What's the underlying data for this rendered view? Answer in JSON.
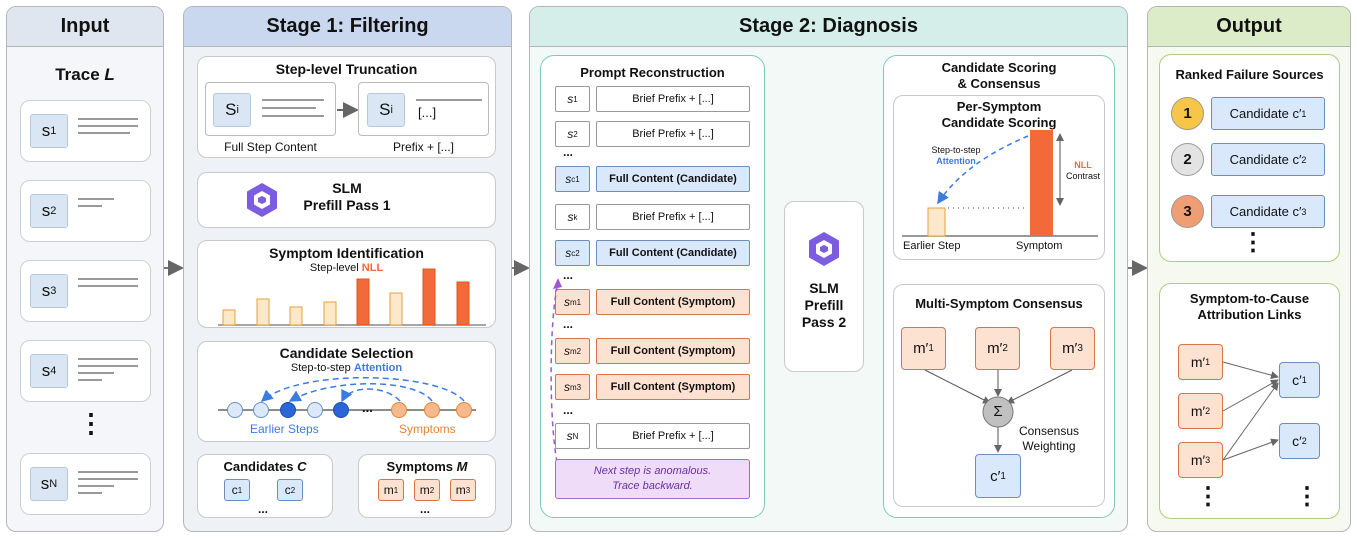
{
  "panels": {
    "input": "Input",
    "stage1": "Stage 1: Filtering",
    "stage2": "Stage 2: Diagnosis",
    "output": "Output"
  },
  "input": {
    "trace_title": "Trace ",
    "trace_var": "L",
    "steps": [
      {
        "base": "s",
        "sub": "1"
      },
      {
        "base": "s",
        "sub": "2"
      },
      {
        "base": "s",
        "sub": "3"
      },
      {
        "base": "s",
        "sub": "4"
      },
      {
        "base": "s",
        "sub": "N"
      }
    ],
    "ellipsis": "⋮"
  },
  "stage1": {
    "truncation": {
      "title": "Step-level Truncation",
      "step_base": "S",
      "step_sub": "i",
      "ellipsis_text": "[...]",
      "full_label": "Full Step Content",
      "prefix_label": "Prefix + [...]"
    },
    "slm1": {
      "line1": "SLM",
      "line2": "Prefill Pass 1"
    },
    "symptom": {
      "title": "Symptom Identification",
      "subtitle_pre": "Step-level ",
      "subtitle_hl": "NLL"
    },
    "candidate": {
      "title": "Candidate Selection",
      "subtitle_pre": "Step-to-step ",
      "subtitle_hl": "Attention",
      "earlier": "Earlier Steps",
      "symptoms": "Symptoms",
      "dots": "..."
    },
    "candidates": {
      "title_pre": "Candidates ",
      "title_var": "C",
      "items": [
        {
          "base": "c",
          "sub": "1"
        },
        {
          "base": "c",
          "sub": "2"
        }
      ],
      "more": "..."
    },
    "symptoms_box": {
      "title_pre": "Symptoms ",
      "title_var": "M",
      "items": [
        {
          "base": "m",
          "sub": "1"
        },
        {
          "base": "m",
          "sub": "2"
        },
        {
          "base": "m",
          "sub": "3"
        }
      ],
      "more": "..."
    }
  },
  "stage2": {
    "prompt": {
      "title": "Prompt Reconstruction",
      "rows": [
        {
          "base": "s",
          "sub": "1",
          "content": "Brief Prefix + [...]",
          "kind": "w"
        },
        {
          "base": "s",
          "sub": "2",
          "content": "Brief Prefix + [...]",
          "kind": "w"
        },
        {
          "base": "s",
          "sub": "c1",
          "content": "Full Content (Candidate)",
          "kind": "blue"
        },
        {
          "base": "s",
          "sub": "k",
          "content": "Brief Prefix + [...]",
          "kind": "w"
        },
        {
          "base": "s",
          "sub": "c2",
          "content": "Full Content (Candidate)",
          "kind": "blue"
        },
        {
          "base": "s",
          "sub": "m1",
          "content": "Full Content (Symptom)",
          "kind": "orange"
        },
        {
          "base": "s",
          "sub": "m2",
          "content": "Full Content (Symptom)",
          "kind": "orange"
        },
        {
          "base": "s",
          "sub": "m3",
          "content": "Full Content (Symptom)",
          "kind": "orange"
        },
        {
          "base": "s",
          "sub": "N",
          "content": "Brief Prefix + [...]",
          "kind": "w"
        }
      ],
      "dots": "...",
      "note_line1": "Next step is anomalous.",
      "note_line2": "Trace backward."
    },
    "slm2": {
      "line1": "SLM",
      "line2": "Prefill",
      "line3": "Pass 2"
    },
    "scoring": {
      "title_line1": "Candidate Scoring",
      "title_line2": "& Consensus",
      "per_title1": "Per-Symptom",
      "per_title2": "Candidate Scoring",
      "attn_pre": "Step-to-step",
      "attn_hl": "Attention",
      "nll_hl": "NLL",
      "nll_post": "Contrast",
      "earlier": "Earlier Step",
      "symptom": "Symptom"
    },
    "consensus": {
      "title": "Multi-Symptom Consensus",
      "m_items": [
        {
          "base": "m′",
          "sub": "1"
        },
        {
          "base": "m′",
          "sub": "2"
        },
        {
          "base": "m′",
          "sub": "3"
        }
      ],
      "sigma": "Σ",
      "weight_line1": "Consensus",
      "weight_line2": "Weighting",
      "result": {
        "base": "c′",
        "sub": "1"
      }
    }
  },
  "output": {
    "ranked_title": "Ranked Failure Sources",
    "ranks": [
      {
        "n": "1",
        "label": "Candidate c′",
        "sub": "1",
        "color": "#f7c548"
      },
      {
        "n": "2",
        "label": "Candidate c′",
        "sub": "2",
        "color": "#e3e3e3"
      },
      {
        "n": "3",
        "label": "Candidate c′",
        "sub": "3",
        "color": "#ef9e73"
      }
    ],
    "ellipsis": "⋮",
    "links_title_line1": "Symptom-to-Cause",
    "links_title_line2": "Attribution Links",
    "link_m": [
      {
        "base": "m′",
        "sub": "1"
      },
      {
        "base": "m′",
        "sub": "2"
      },
      {
        "base": "m′",
        "sub": "3"
      }
    ],
    "link_c": [
      {
        "base": "c′",
        "sub": "1"
      },
      {
        "base": "c′",
        "sub": "2"
      }
    ]
  },
  "colors": {
    "input_head": "#dfe6ef",
    "stage1_head": "#c9d8ee",
    "stage2_head": "#d6eee9",
    "output_head": "#dcecc9",
    "nll": "#f26a3a",
    "attention": "#3c7be0"
  }
}
